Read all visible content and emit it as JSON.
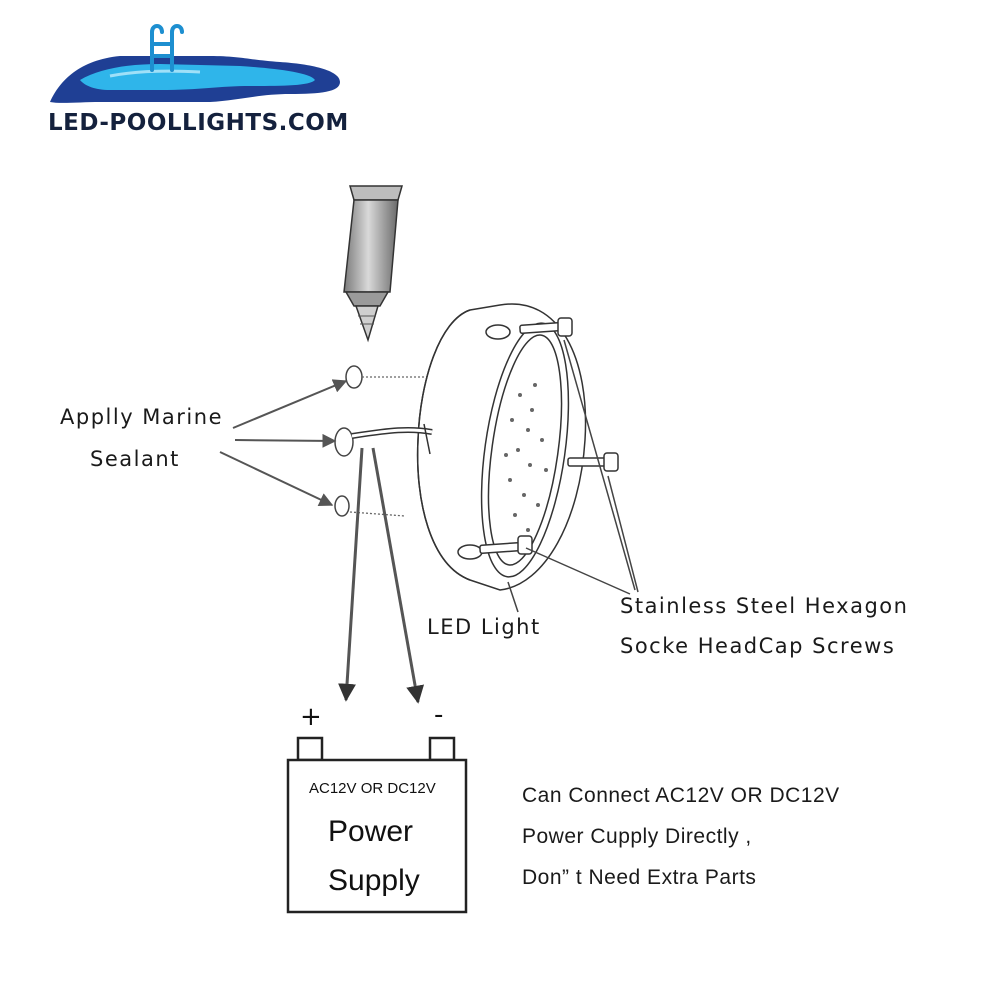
{
  "brand": {
    "name": "LED-POOLLIGHTS.COM",
    "colors": {
      "pool_dark": "#1f3f94",
      "pool_light": "#2fb5ea",
      "ladder": "#1d8fd0",
      "text": "#14213d"
    }
  },
  "labels": {
    "sealant_line1": "Applly Marine",
    "sealant_line2": "Sealant",
    "led_light": "LED  Light",
    "screws_line1": "Stainless Steel Hexagon",
    "screws_line2": "Socke HeadCap Screws"
  },
  "power_supply": {
    "plus": "+",
    "minus": "-",
    "rating": "AC12V OR DC12V",
    "title_line1": "Power",
    "title_line2": "Supply"
  },
  "note": {
    "line1": "Can Connect  AC12V OR  DC12V",
    "line2": "Power Cupply Directly ,",
    "line3": "Don” t Need Extra Parts"
  },
  "icons": [
    "pool-logo-icon",
    "sealant-tube-icon",
    "led-light-icon",
    "screw-icon",
    "battery-icon"
  ]
}
